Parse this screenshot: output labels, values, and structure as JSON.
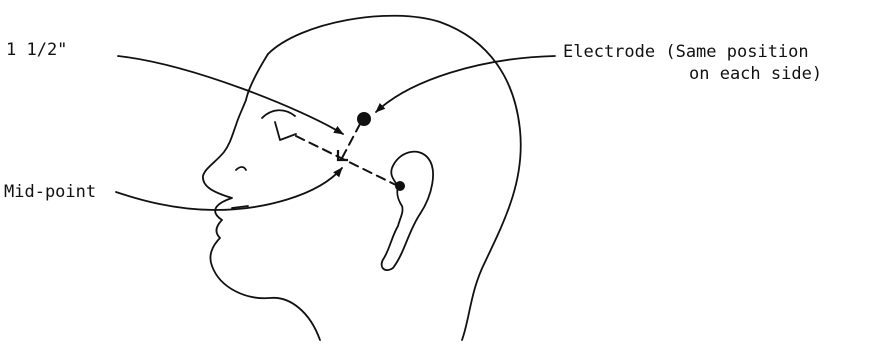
{
  "labels": {
    "measurement": "1 1/2\"",
    "electrode_line1": "Electrode (Same position",
    "electrode_line2": "on each side)",
    "midpoint": "Mid-point"
  },
  "colors": {
    "ink": "#111111",
    "background": "#ffffff"
  }
}
